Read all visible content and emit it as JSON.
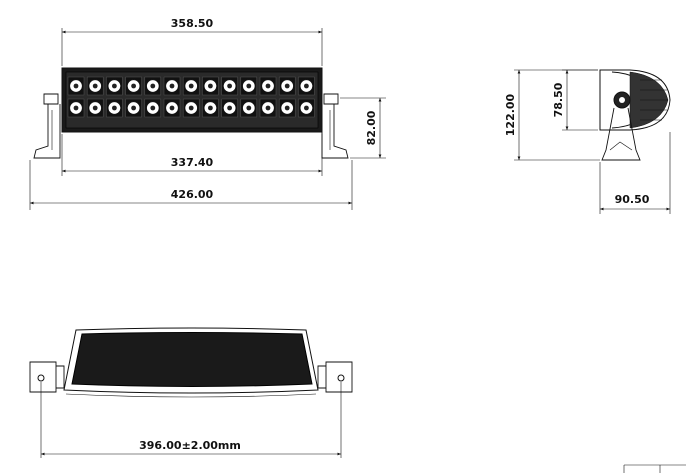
{
  "dimensions": {
    "front_top_width": "358.50",
    "front_inner_width": "337.40",
    "front_overall_width": "426.00",
    "front_height": "82.00",
    "side_overall_height": "122.00",
    "side_body_height": "78.50",
    "side_depth": "90.50",
    "top_mount_span": "396.00±2.00mm"
  },
  "leds": {
    "rows": 2,
    "columns": 13
  },
  "colors": {
    "line": "#111111",
    "body": "#1a1a1a",
    "background": "#ffffff"
  }
}
